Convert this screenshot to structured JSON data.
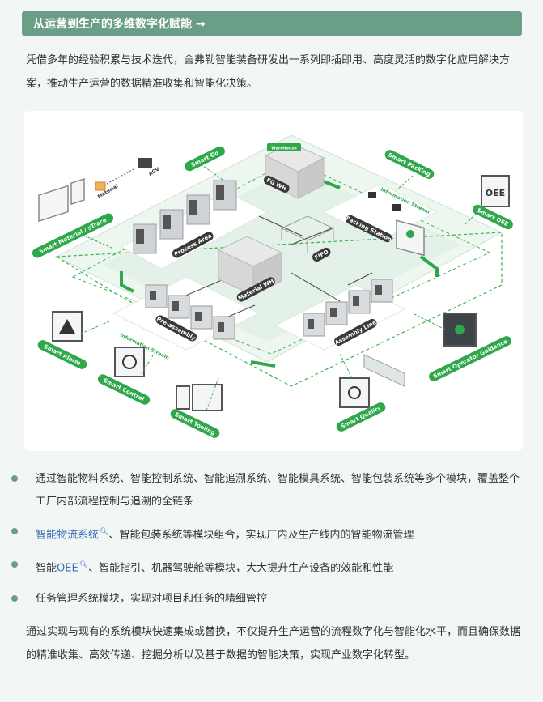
{
  "header": {
    "title": "从运营到生产的多维数字化赋能 →"
  },
  "intro": "凭借多年的经验积累与技术迭代，舍弗勒智能装备研发出一系列即插即用、高度灵活的数字化应用解决方案，推动生产运营的数据精准收集和智能化决策。",
  "diagram": {
    "modules": {
      "smart_go": "Smart Go",
      "smart_material": "Smart Material / sTrace",
      "smart_packing": "Smart Packing",
      "smart_oee": "Smart OEE",
      "smart_alarm": "Smart Alarm",
      "smart_control": "Smart Control",
      "smart_tooling": "Smart Tooling",
      "smart_quality": "Smart Quality",
      "smart_operator": "Smart Operator Guidance"
    },
    "areas": {
      "fg_wh": "FG WH",
      "process_area": "Process Area",
      "fifo": "FIFO",
      "material_wh": "Material WH",
      "packing_station": "Packing Station",
      "pre_assembly": "Pre-assembly",
      "assembly_line": "Assembly Line"
    },
    "labels": {
      "agv": "AGV",
      "material": "Material",
      "warehouse": "Warehouse",
      "info_stream_1": "Information Stream",
      "info_stream_2": "Information Stream",
      "oee_screen": "OEE"
    }
  },
  "bullets": [
    {
      "text": "通过智能物料系统、智能控制系统、智能追溯系统、智能模具系统、智能包装系统等多个模块，覆盖整个工厂内部流程控制与追溯的全链条"
    },
    {
      "link": "智能物流系统",
      "text": "、智能包装系统等模块组合，实现厂内及生产线内的智能物流管理"
    },
    {
      "prefix": "智能",
      "link": "OEE",
      "text": "、智能指引、机器驾驶舱等模块，大大提升生产设备的效能和性能"
    },
    {
      "text": "任务管理系统模块，实现对项目和任务的精细管控"
    }
  ],
  "outro": "通过实现与现有的系统模块快速集成或替换，不仅提升生产运营的流程数字化与智能化水平，而且确保数据的精准收集、高效传递、挖掘分析以及基于数据的智能决策，实现产业数字化转型。",
  "colors": {
    "accent": "#6b9e86",
    "green": "#2ea84a",
    "link": "#3b6fb6"
  }
}
